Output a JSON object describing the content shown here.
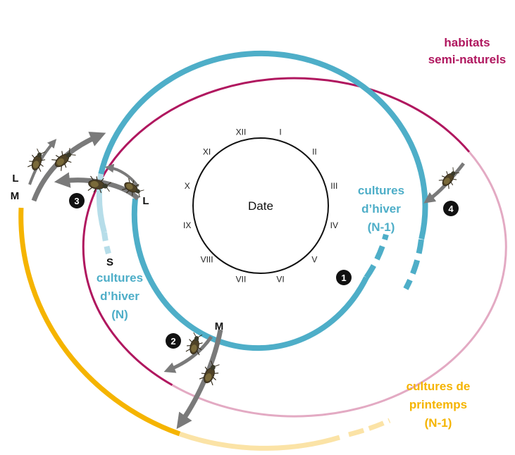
{
  "center": {
    "label": "Date"
  },
  "months": [
    "I",
    "II",
    "III",
    "IV",
    "V",
    "VI",
    "VII",
    "VIII",
    "IX",
    "X",
    "XI",
    "XII"
  ],
  "labels": {
    "semi_natural_1": "habitats",
    "semi_natural_2": "semi-naturels",
    "winter_prev_1": "cultures",
    "winter_prev_2": "d’hiver",
    "winter_prev_3": "(N-1)",
    "winter_cur_1": "cultures",
    "winter_cur_2": "d’hiver",
    "winter_cur_3": "(N)",
    "spring_1": "cultures de",
    "spring_2": "printemps",
    "spring_3": "(N-1)"
  },
  "letters": {
    "m_top": "M",
    "l_left": "L",
    "m_left": "M",
    "l_mid": "L",
    "s": "S"
  },
  "badges": [
    "1",
    "2",
    "3",
    "4"
  ],
  "colors": {
    "semi_natural": "#b0175f",
    "semi_natural_light": "#e3aac3",
    "winter": "#4eaec8",
    "winter_light": "#b6dde9",
    "spring": "#f5b400",
    "spring_light": "#fbe3a6",
    "arrow": "#7a7a7a",
    "beetle": "#5a4a28"
  }
}
